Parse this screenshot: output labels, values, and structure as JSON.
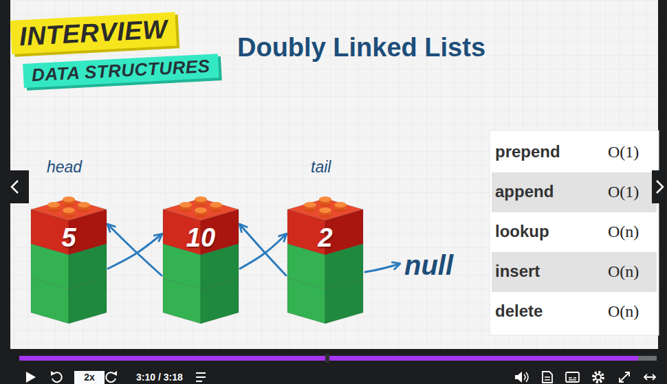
{
  "diagram": {
    "title": "Doubly Linked Lists",
    "nodes": [
      {
        "text": [
          "INTERVIEW"
        ]
      },
      {
        "text": [
          "DATA STRUCTURES"
        ]
      },
      {
        "text": [
          "5"
        ]
      },
      {
        "text": [
          "10"
        ]
      },
      {
        "text": [
          "2"
        ]
      }
    ],
    "edges": [
      {
        "from": 2,
        "to": 3,
        "arrow": "to"
      },
      {
        "from": 3,
        "to": 2,
        "arrow": "to"
      },
      {
        "from": 3,
        "to": 4,
        "arrow": "to"
      },
      {
        "from": 4,
        "to": 3,
        "arrow": "to"
      }
    ],
    "labels": [
      "head",
      "tail",
      "null",
      "prepend",
      "O(1)",
      "append",
      "O(1)",
      "lookup",
      "O(n)",
      "insert",
      "O(n)",
      "delete",
      "O(n)",
      "2x",
      "3:10 / 3:18"
    ]
  }
}
